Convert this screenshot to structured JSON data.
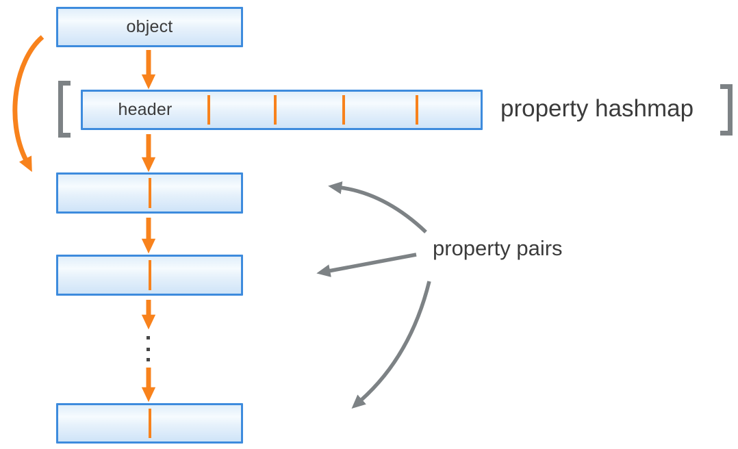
{
  "labels": {
    "object_box": "object",
    "header_box": "header",
    "property_hashmap": "property hashmap",
    "property_pairs": "property pairs"
  },
  "structure": {
    "header_cell_count": 5,
    "header_divider_count": 4,
    "property_pair_box_count": 3,
    "ellipsis_dot_count": 3,
    "flow": "object -> property hashmap header -> chained property pair rows -> ... -> last property pair row"
  },
  "icons": {
    "down_arrows": "orange-down-arrow",
    "skip_arrow": "orange-curved-arrow-object-to-first-pair",
    "pointer_arrows": "gray-arrows-from-property-pairs-label",
    "brackets": "gray-square-brackets-around-hashmap-row",
    "ellipsis": "vertical-dots-continuation"
  },
  "colors": {
    "box_border": "#3d8bdd",
    "box_fill_top": "#e0eefa",
    "box_fill_bottom": "#cfe4f8",
    "arrow_orange": "#f8821c",
    "arrow_gray": "#7d8285",
    "bracket_gray": "#7d8285",
    "ellipsis_dot": "#474747",
    "text": "#3b3b3b",
    "background": "#ffffff"
  }
}
